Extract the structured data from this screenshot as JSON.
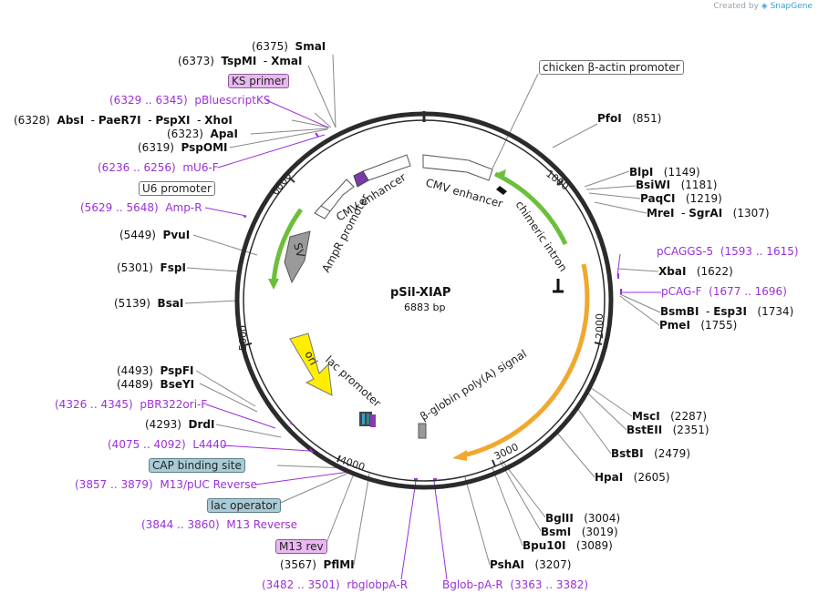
{
  "credit": {
    "prefix": "Created by",
    "brand": "SnapGene"
  },
  "plasmid": {
    "name": "pSil-XIAP",
    "size": "6883 bp"
  },
  "ticks": [
    "1000",
    "2000",
    "3000",
    "4000",
    "5000",
    "6000"
  ],
  "features": {
    "cmv1": "CMV enhancer",
    "cmv2": "CMV enhancer",
    "chimeric": "chimeric intron",
    "ampr": "AmpR promoter",
    "sv": "SV",
    "ori": "ori",
    "lac": "lac promoter",
    "bglobin": "β-globin poly(A) signal"
  },
  "boxes": {
    "chicken": "chicken β-actin promoter",
    "ks": "KS primer",
    "u6": "U6 promoter",
    "cap": "CAP binding site",
    "lacop": "lac operator",
    "m13rev": "M13 rev"
  },
  "sites": {
    "smai": {
      "pos": "(6375)",
      "name": "SmaI"
    },
    "tspmi": {
      "pos": "(6373)",
      "name": "TspMI",
      "sep": "-",
      "name2": "XmaI"
    },
    "absi": {
      "pos": "(6328)",
      "name": "AbsI",
      "sep": "-",
      "name2": "PaeR7I",
      "sep2": "-",
      "name3": "PspXI",
      "sep3": "-",
      "name4": "XhoI"
    },
    "apai": {
      "pos": "(6323)",
      "name": "ApaI"
    },
    "pspomi": {
      "pos": "(6319)",
      "name": "PspOMI"
    },
    "pvui": {
      "pos": "(5449)",
      "name": "PvuI"
    },
    "fspi": {
      "pos": "(5301)",
      "name": "FspI"
    },
    "bsai": {
      "pos": "(5139)",
      "name": "BsaI"
    },
    "pspfi": {
      "pos": "(4493)",
      "name": "PspFI"
    },
    "bseyi": {
      "pos": "(4489)",
      "name": "BseYI"
    },
    "drdi": {
      "pos": "(4293)",
      "name": "DrdI"
    },
    "pflmi": {
      "pos": "(3567)",
      "name": "PflMI"
    },
    "pfoi": {
      "pos": "(851)",
      "name": "PfoI"
    },
    "blpi": {
      "pos": "(1149)",
      "name": "BlpI"
    },
    "bsiwi": {
      "pos": "(1181)",
      "name": "BsiWI"
    },
    "paqci": {
      "pos": "(1219)",
      "name": "PaqCI"
    },
    "mrei": {
      "pos": "(1307)",
      "name": "MreI",
      "sep": "-",
      "name2": "SgrAI"
    },
    "xbai": {
      "pos": "(1622)",
      "name": "XbaI"
    },
    "bsmbi": {
      "pos": "(1734)",
      "name": "BsmBI",
      "sep": "-",
      "name2": "Esp3I"
    },
    "pmei": {
      "pos": "(1755)",
      "name": "PmeI"
    },
    "msci": {
      "pos": "(2287)",
      "name": "MscI"
    },
    "bsteii": {
      "pos": "(2351)",
      "name": "BstEII"
    },
    "bstbi": {
      "pos": "(2479)",
      "name": "BstBI"
    },
    "hpai": {
      "pos": "(2605)",
      "name": "HpaI"
    },
    "bglii": {
      "pos": "(3004)",
      "name": "BglII"
    },
    "bsmi": {
      "pos": "(3019)",
      "name": "BsmI"
    },
    "bpu10i": {
      "pos": "(3089)",
      "name": "Bpu10I"
    },
    "pshai": {
      "pos": "(3207)",
      "name": "PshAI"
    }
  },
  "primers": {
    "pbluescript": {
      "range": "(6329 .. 6345)",
      "name": "pBluescriptKS"
    },
    "mu6f": {
      "range": "(6236 .. 6256)",
      "name": "mU6-F"
    },
    "ampr": {
      "range": "(5629 .. 5648)",
      "name": "Amp-R"
    },
    "pbr322": {
      "range": "(4326 .. 4345)",
      "name": "pBR322ori-F"
    },
    "l4440": {
      "range": "(4075 .. 4092)",
      "name": "L4440"
    },
    "m13puc": {
      "range": "(3857 .. 3879)",
      "name": "M13/pUC Reverse"
    },
    "m13r": {
      "range": "(3844 .. 3860)",
      "name": "M13 Reverse"
    },
    "rbglob": {
      "range": "(3482 .. 3501)",
      "name": "rbglobpA-R"
    },
    "bglob": {
      "name": "Bglob-pA-R",
      "range": "(3363 .. 3382)"
    },
    "pcaggs": {
      "name": "pCAGGS-5",
      "range": "(1593 .. 1615)"
    },
    "pcagf": {
      "name": "pCAG-F",
      "range": "(1677 .. 1696)"
    }
  },
  "colors": {
    "backbone": "#2b2b2b",
    "primer": "#9b30d9",
    "green_feature": "#6cbf3a",
    "orange_feature": "#f0a830",
    "ori": "#ffee00",
    "sv_feature": "#9a9a9a"
  }
}
